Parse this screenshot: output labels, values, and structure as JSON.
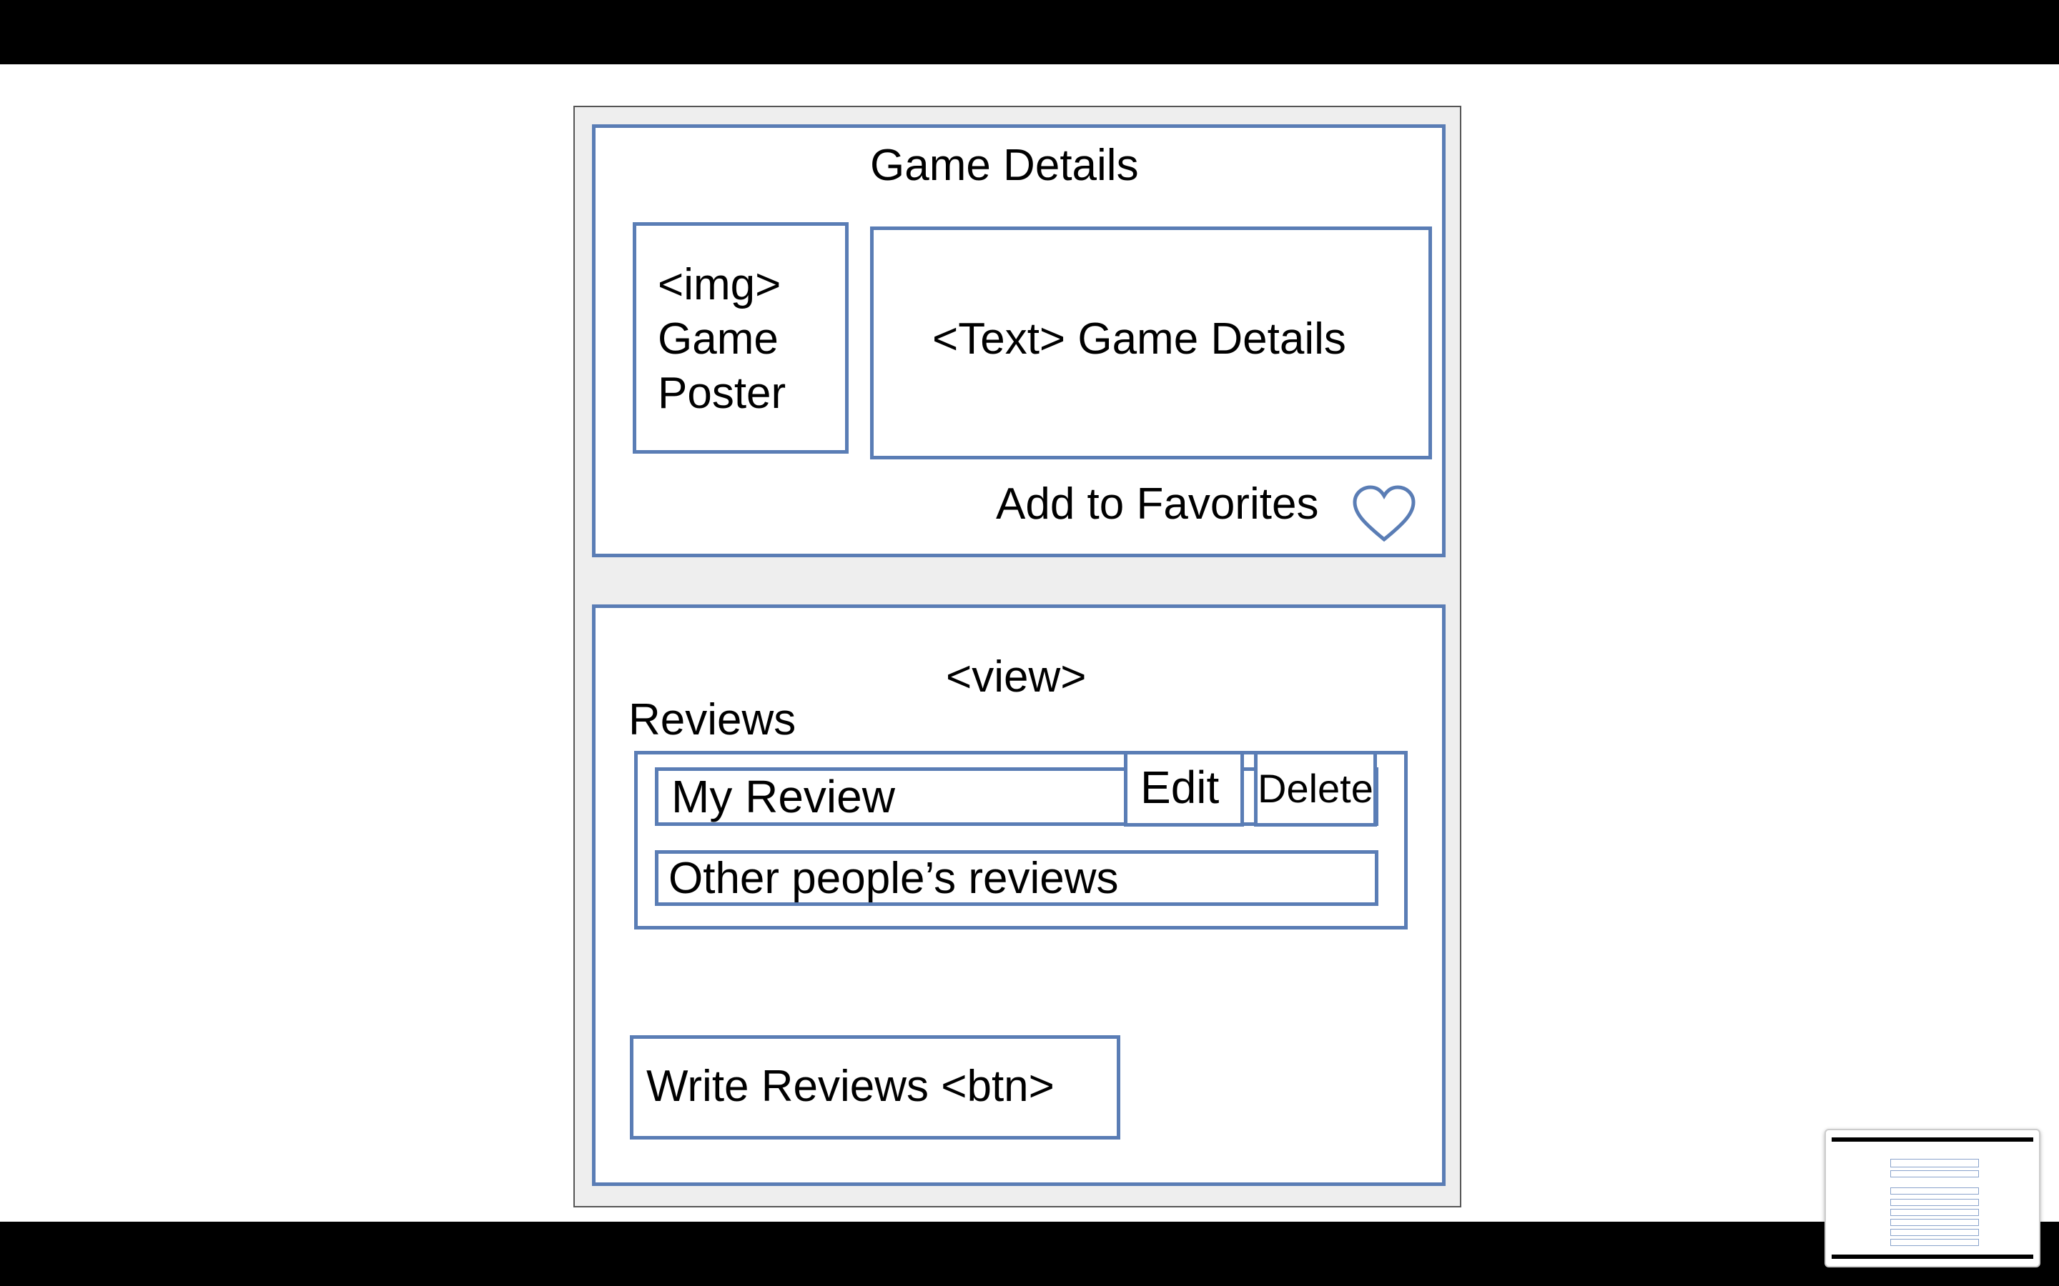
{
  "panel_top": {
    "title": "Game Details",
    "poster_lines": [
      "<img>",
      "Game",
      "Poster"
    ],
    "text_details": "<Text> Game Details",
    "favorites_label": "Add to Favorites",
    "favorites_icon": "heart-outline-icon"
  },
  "panel_bottom": {
    "view_label": "<view>",
    "reviews_title": "Reviews",
    "my_review": "My Review",
    "edit_label": "Edit",
    "delete_label": "Delete",
    "other_reviews": "Other people’s reviews",
    "write_button": "Write Reviews <btn>"
  },
  "colors": {
    "accent": "#5a7db5",
    "frame_bg": "#eeeeee",
    "letterbox": "#000000"
  }
}
